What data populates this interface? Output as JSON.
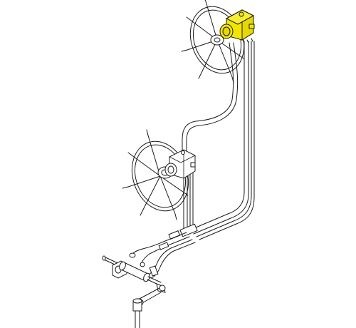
{
  "diagram": {
    "highlight_color": "#f2e600",
    "line_color": "#1a1a1a",
    "background": "#ffffff",
    "components": [
      "upper-helm-wheel",
      "upper-helm-pump",
      "lower-helm-wheel",
      "lower-helm-pump",
      "hydraulic-lines",
      "steering-cylinder",
      "tiller-arm",
      "rudder-stock"
    ]
  }
}
